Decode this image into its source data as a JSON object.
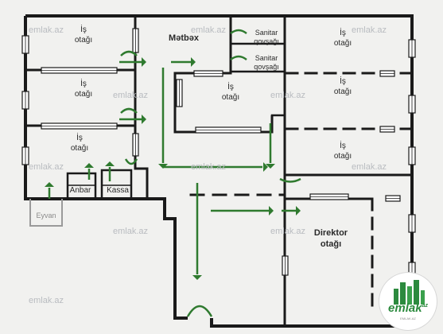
{
  "rooms": {
    "is1": {
      "line1": "İş",
      "line2": "otağı"
    },
    "is2": {
      "line1": "İş",
      "line2": "otağı"
    },
    "is3": {
      "line1": "İş",
      "line2": "otağı"
    },
    "is4": {
      "line1": "İş",
      "line2": "otağı"
    },
    "is5": {
      "line1": "İş",
      "line2": "otağı"
    },
    "is6": {
      "line1": "İş",
      "line2": "otağı"
    },
    "is7": {
      "line1": "İş",
      "line2": "otağı"
    },
    "metbex": "Mətbəx",
    "sanitar1": {
      "line1": "Sanitar",
      "line2": "qovşağı"
    },
    "sanitar2": {
      "line1": "Sanitar",
      "line2": "qovşağı"
    },
    "anbar": "Anbar",
    "kassa": "Kassa",
    "eyvan": "Eyvan",
    "direktor": {
      "line1": "Direktor",
      "line2": "otağı"
    }
  },
  "watermark": "emlak.az",
  "logo": {
    "name": "emlak",
    "tld": "az",
    "tagline": "EMLAK.AZ"
  },
  "colors": {
    "wall": "#1a1a1a",
    "arrow": "#2f7a2f",
    "balcony": "#9a9a9a",
    "background": "#f1f1ef"
  }
}
